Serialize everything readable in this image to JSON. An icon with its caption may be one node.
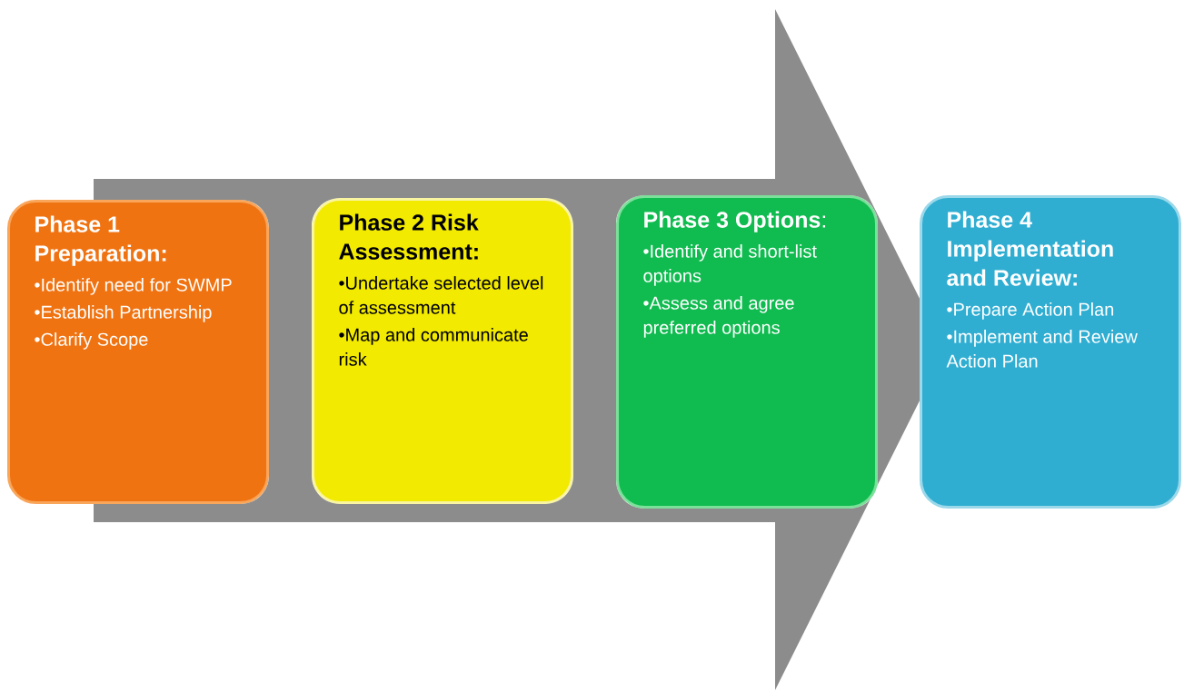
{
  "diagram": {
    "nodes": [
      {
        "text": [
          "Phase 1 Preparation:",
          "•Identify need for SWMP",
          "•Establish Partnership",
          "•Clarify Scope"
        ]
      },
      {
        "text": [
          "Phase 2 Risk Assessment:",
          "•Undertake selected level of assessment",
          "•Map and communicate risk"
        ]
      },
      {
        "text": [
          "**Phase 3 Options**:",
          "•Identify and short-list options",
          "•Assess and agree preferred options"
        ]
      },
      {
        "text": [
          "Phase 4 Implementation and Review:",
          "•Prepare Action Plan",
          "•Implement and Review Action Plan"
        ]
      }
    ],
    "edges": [
      {
        "from": 0,
        "to": 3,
        "arrow": "to"
      }
    ]
  }
}
